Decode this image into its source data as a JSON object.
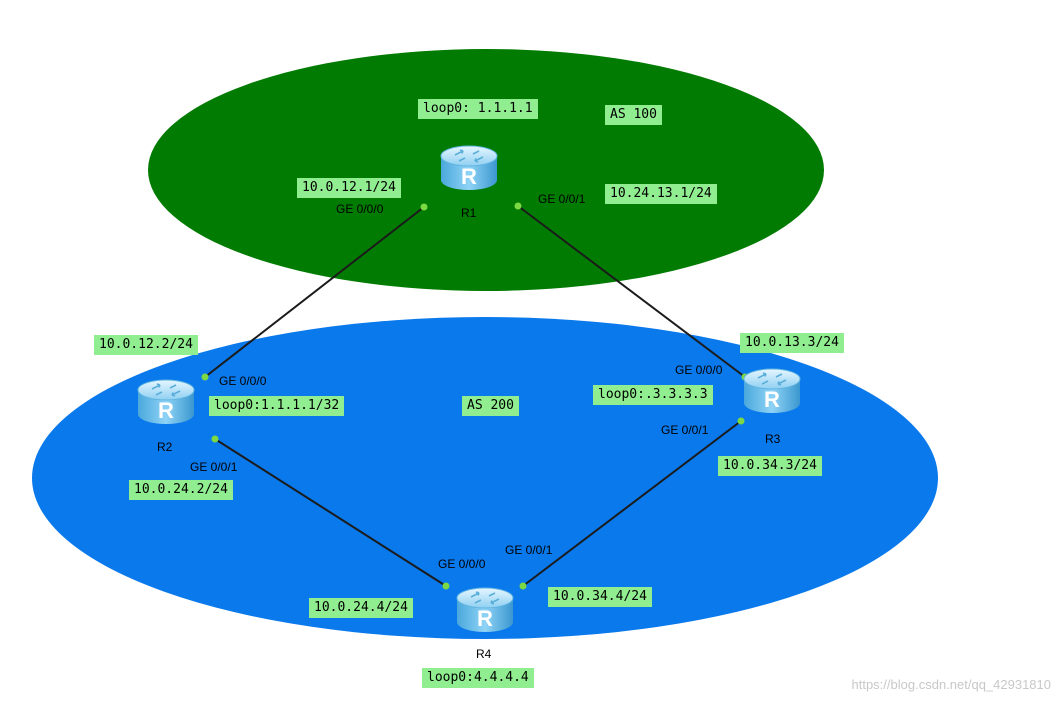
{
  "colors": {
    "as100": "#017b01",
    "as200": "#0a79ec",
    "label_bg": "#90ee90",
    "link": "#1b1b1b",
    "port_dot": "#7cd943"
  },
  "as_labels": {
    "as100": "AS 100",
    "as200": "AS 200"
  },
  "routers": {
    "r1": {
      "name": "R1",
      "glyph": "R",
      "loopback": "loop0: 1.1.1.1"
    },
    "r2": {
      "name": "R2",
      "glyph": "R",
      "loopback": "loop0:1.1.1.1/32"
    },
    "r3": {
      "name": "R3",
      "glyph": "R",
      "loopback": "loop0:.3.3.3.3"
    },
    "r4": {
      "name": "R4",
      "glyph": "R",
      "loopback": "loop0:4.4.4.4"
    }
  },
  "interfaces": {
    "r1_ge000": "GE 0/0/0",
    "r1_ge001": "GE 0/0/1",
    "r2_ge000": "GE 0/0/0",
    "r2_ge001": "GE 0/0/1",
    "r3_ge000": "GE 0/0/0",
    "r3_ge001": "GE 0/0/1",
    "r4_ge000": "GE 0/0/0",
    "r4_ge001": "GE 0/0/1"
  },
  "ip_labels": {
    "r1_r2_r1side": "10.0.12.1/24",
    "r1_r3_r1side": "10.24.13.1/24",
    "r1_r2_r2side": "10.0.12.2/24",
    "r1_r3_r3side": "10.0.13.3/24",
    "r2_r4_r2side": "10.0.24.2/24",
    "r3_r4_r3side": "10.0.34.3/24",
    "r2_r4_r4side": "10.0.24.4/24",
    "r3_r4_r4side": "10.0.34.4/24"
  },
  "watermark": "https://blog.csdn.net/qq_42931810"
}
